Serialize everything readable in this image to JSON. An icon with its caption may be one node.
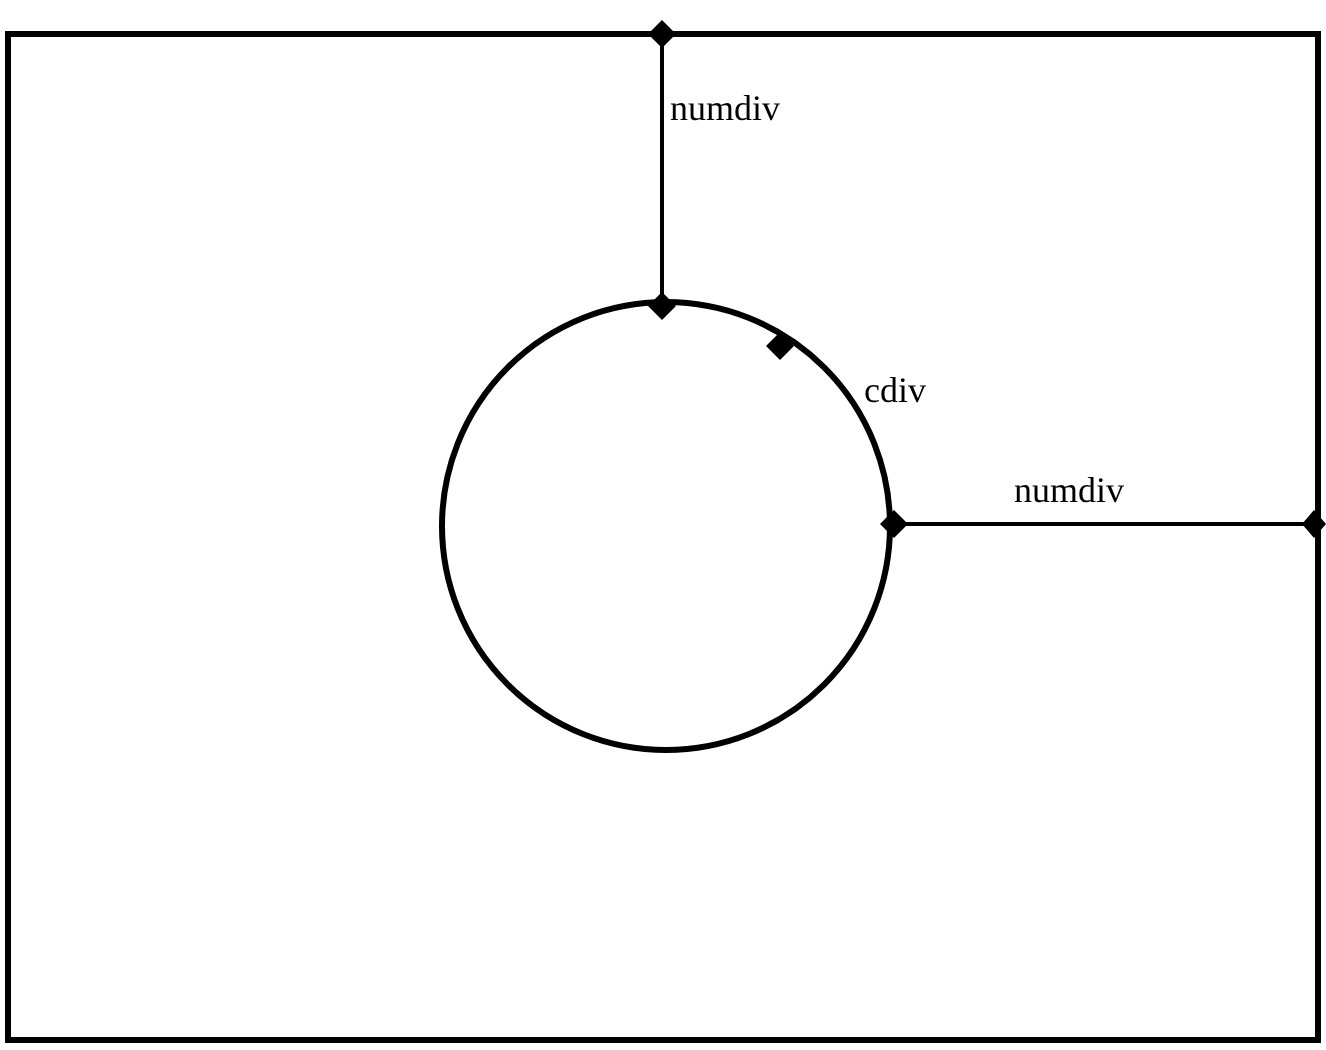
{
  "diagram": {
    "labels": [
      "numdiv",
      "cdiv",
      "numdiv"
    ]
  }
}
